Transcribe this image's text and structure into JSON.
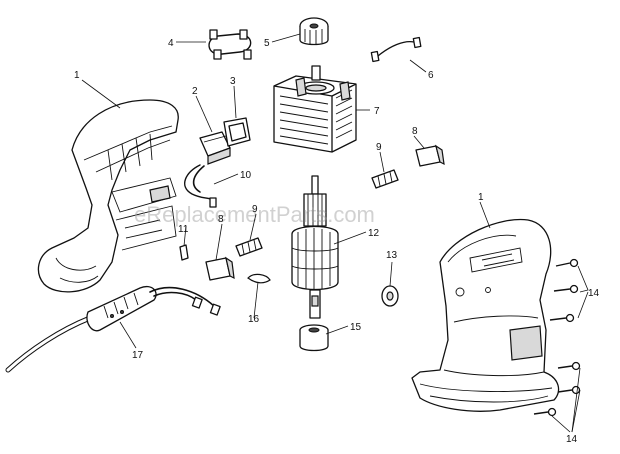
{
  "watermark": "eReplacementParts.com",
  "callouts": {
    "c1_left": "1",
    "c1_right": "1",
    "c2": "2",
    "c3": "3",
    "c4": "4",
    "c5": "5",
    "c6": "6",
    "c7": "7",
    "c8_top": "8",
    "c8_bottom": "8",
    "c9_top": "9",
    "c9_bottom": "9",
    "c10": "10",
    "c11": "11",
    "c12": "12",
    "c13": "13",
    "c14_top": "14",
    "c14_bottom": "14",
    "c15": "15",
    "c16": "16",
    "c17": "17"
  }
}
